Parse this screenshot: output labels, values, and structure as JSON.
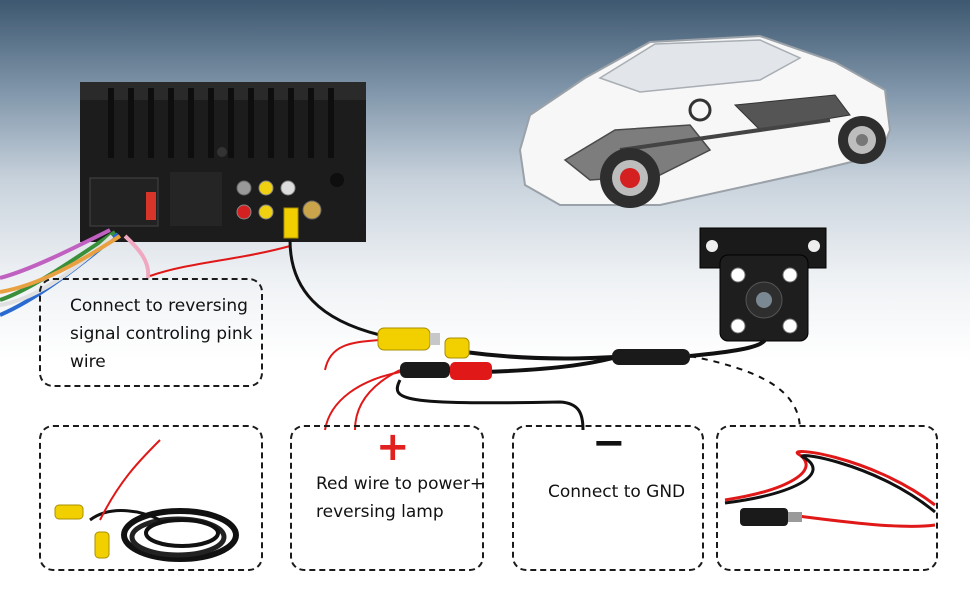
{
  "labels": {
    "reversing_signal": [
      "Connect to reversing",
      "signal controling pink",
      "wire"
    ],
    "power": [
      "Red wire to power+",
      "reversing lamp"
    ],
    "gnd": "Connect to GND"
  },
  "symbols": {
    "plus": "+",
    "minus": "−"
  },
  "colors": {
    "red_wire": "#e01818",
    "yellow_plug": "#f2d000",
    "black_wire": "#111111",
    "accent_red": "#e22020"
  },
  "icons": [
    "head-unit-icon",
    "car-cutaway-icon",
    "rear-camera-icon",
    "rca-cable-coil-icon",
    "power-cable-icon"
  ]
}
